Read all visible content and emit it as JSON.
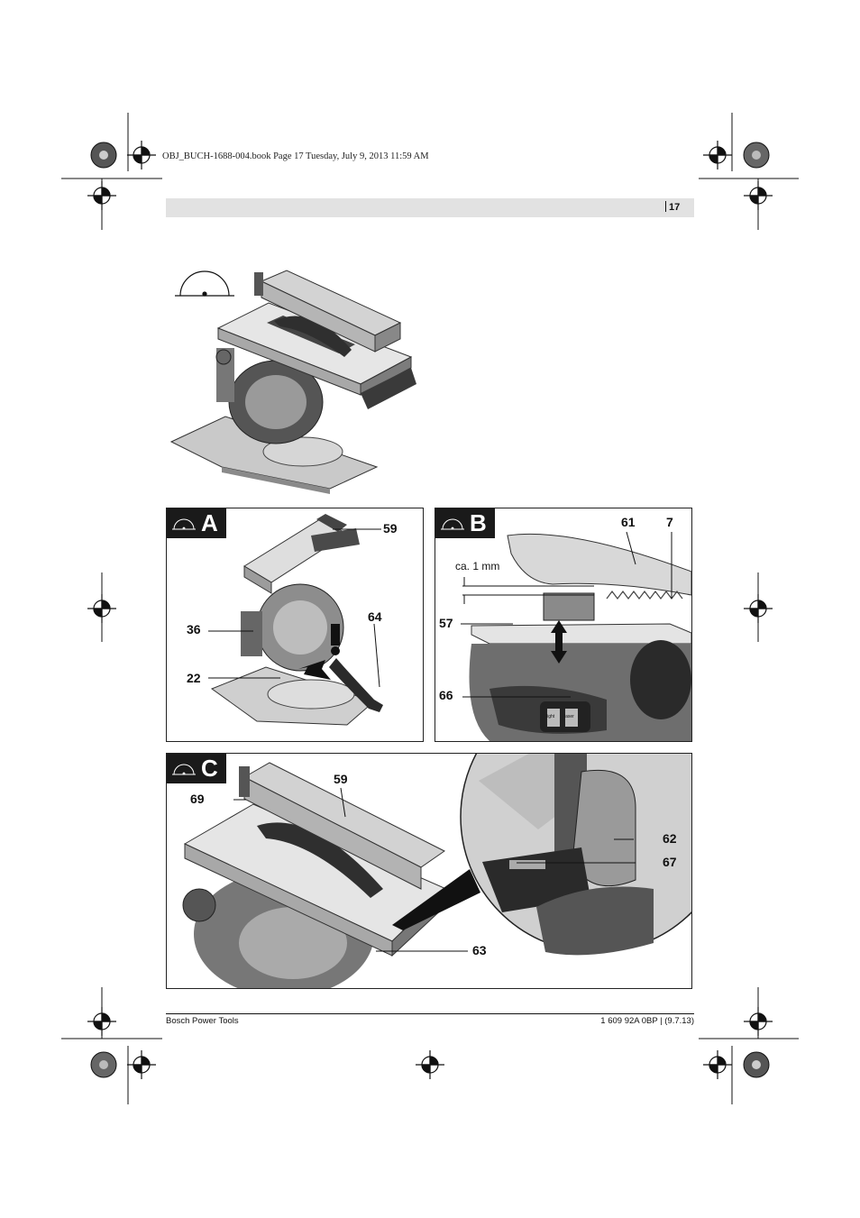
{
  "print_info": "OBJ_BUCH-1688-004.book  Page 17  Tuesday, July 9, 2013  11:59 AM",
  "page_number": "17",
  "figures": {
    "A": {
      "letter": "A",
      "callouts": [
        "59",
        "64",
        "36",
        "22"
      ]
    },
    "B": {
      "letter": "B",
      "callouts": [
        "61",
        "7",
        "57",
        "66"
      ],
      "dimension": "ca. 1 mm",
      "switch_labels": [
        "light",
        "laser"
      ]
    },
    "C": {
      "letter": "C",
      "callouts": [
        "59",
        "69",
        "62",
        "67",
        "63"
      ]
    }
  },
  "footer": {
    "left": "Bosch Power Tools",
    "right": "1 609 92A 0BP | (9.7.13)"
  }
}
